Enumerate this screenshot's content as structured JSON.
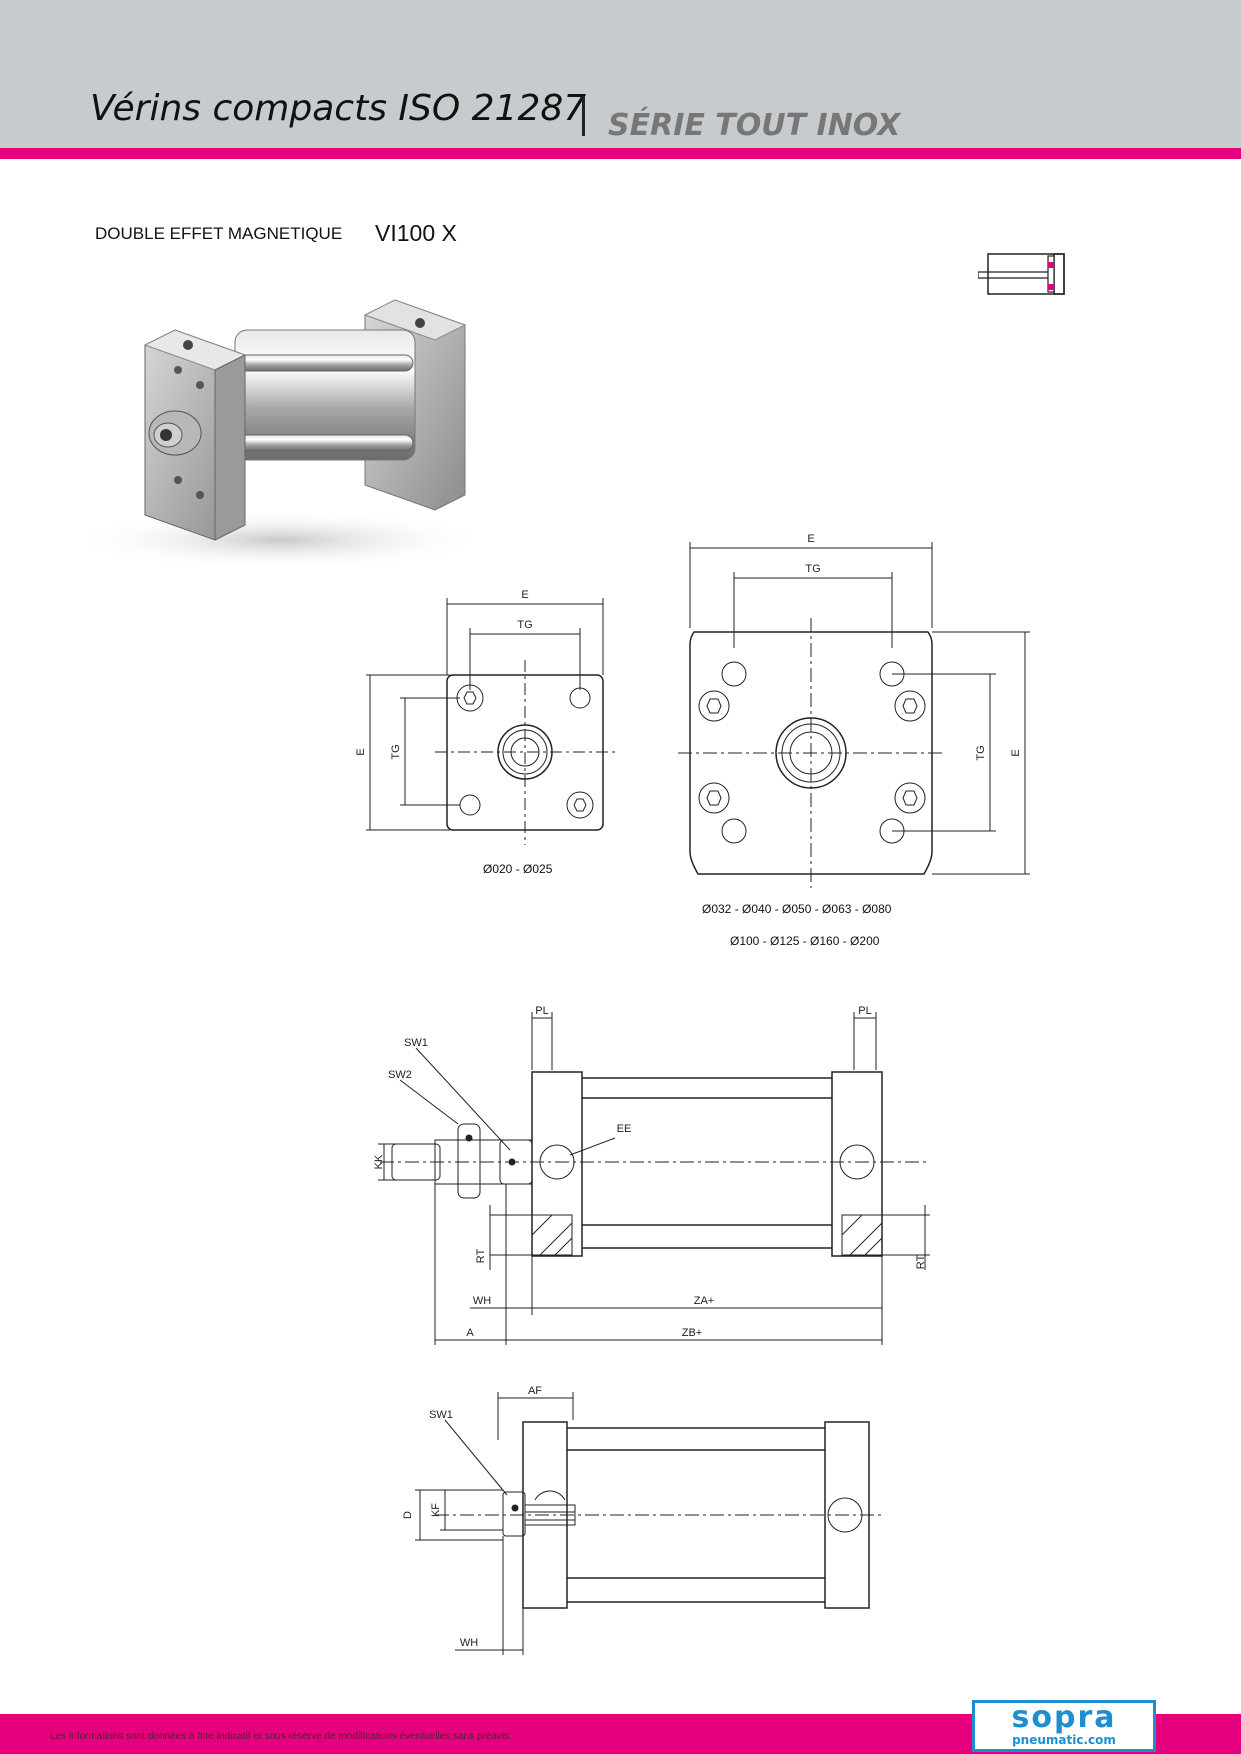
{
  "header": {
    "title": "Vérins compacts ISO 21287",
    "subtitle": "SÉRIE TOUT INOX"
  },
  "product": {
    "label": "DOUBLE EFFET MAGNETIQUE",
    "code": "VI100 X"
  },
  "front_views": {
    "small": {
      "dim_width": "E",
      "dim_bolt": "TG",
      "dim_height": "E",
      "dim_bolt_v": "TG",
      "caption": "Ø020 - Ø025"
    },
    "large": {
      "dim_width": "E",
      "dim_bolt": "TG",
      "dim_height": "E",
      "dim_bolt_v": "TG",
      "caption_line1": "Ø032 - Ø040 - Ø050 - Ø063 - Ø080",
      "caption_line2": "Ø100 - Ø125 - Ø160 - Ø200"
    }
  },
  "side_view_male": {
    "pl_left": "PL",
    "pl_right": "PL",
    "sw1": "SW1",
    "sw2": "SW2",
    "ee": "EE",
    "kk": "KK",
    "rt_left": "RT",
    "rt_right": "RT",
    "wh": "WH",
    "za": "ZA+",
    "a": "A",
    "zb": "ZB+"
  },
  "side_view_female": {
    "af": "AF",
    "sw1": "SW1",
    "d": "D",
    "kf": "KF",
    "wh": "WH"
  },
  "footer": {
    "disclaimer": "Les informations sont données à titre indicatif et sous réserve de modifications éventuelles sans préavis.",
    "logo_main": "sopra",
    "logo_sub": "pneumatic.com"
  },
  "colors": {
    "accent": "#e6007e",
    "header_bg": "#c7cbcd",
    "logo_blue": "#1f8ed1"
  }
}
